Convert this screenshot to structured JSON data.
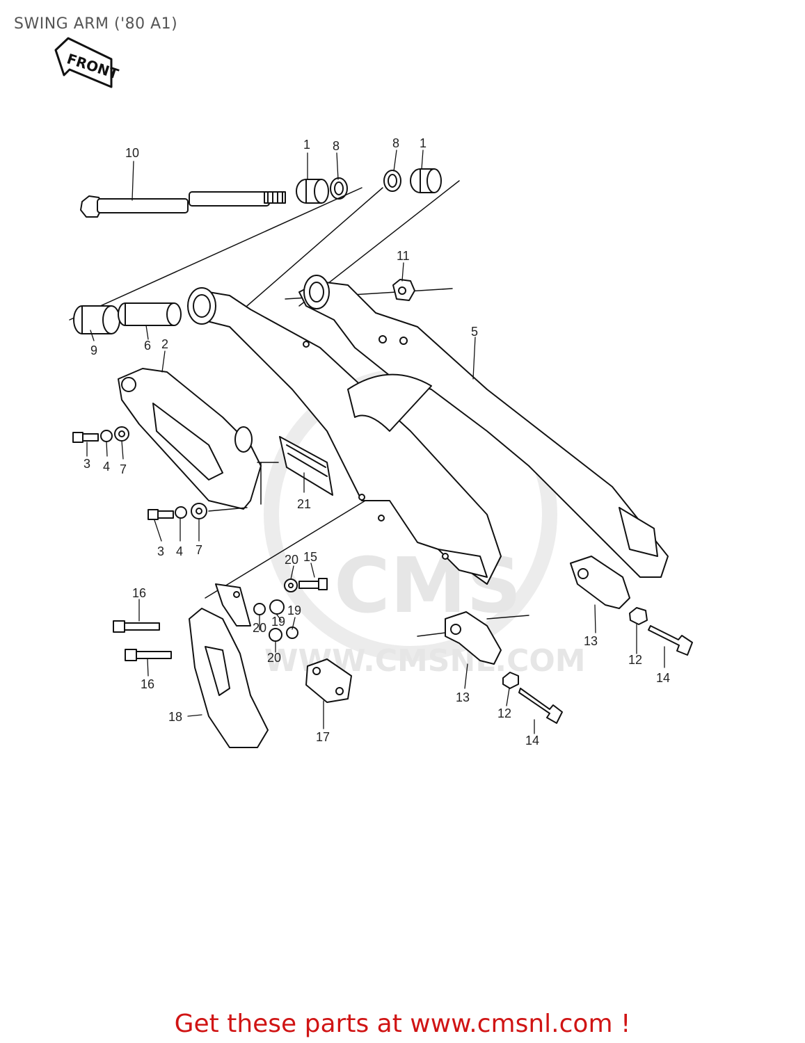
{
  "title": "SWING ARM ('80 A1)",
  "front_label": "FRONT",
  "watermark": {
    "logo": "CMS",
    "url": "WWW.CMSNL.COM"
  },
  "cta": "Get these parts at www.cmsnl.com !",
  "callouts": [
    {
      "id": "c10",
      "label": "10"
    },
    {
      "id": "c1a",
      "label": "1"
    },
    {
      "id": "c8a",
      "label": "8"
    },
    {
      "id": "c8b",
      "label": "8"
    },
    {
      "id": "c1b",
      "label": "1"
    },
    {
      "id": "c11",
      "label": "11"
    },
    {
      "id": "c9",
      "label": "9"
    },
    {
      "id": "c6",
      "label": "6"
    },
    {
      "id": "c2",
      "label": "2"
    },
    {
      "id": "c5",
      "label": "5"
    },
    {
      "id": "c3a",
      "label": "3"
    },
    {
      "id": "c4a",
      "label": "4"
    },
    {
      "id": "c7a",
      "label": "7"
    },
    {
      "id": "c21",
      "label": "21"
    },
    {
      "id": "c3b",
      "label": "3"
    },
    {
      "id": "c4b",
      "label": "4"
    },
    {
      "id": "c7b",
      "label": "7"
    },
    {
      "id": "c20a",
      "label": "20"
    },
    {
      "id": "c15",
      "label": "15"
    },
    {
      "id": "c16a",
      "label": "16"
    },
    {
      "id": "c19a",
      "label": "19"
    },
    {
      "id": "c19b",
      "label": "19"
    },
    {
      "id": "c20b",
      "label": "20"
    },
    {
      "id": "c20c",
      "label": "20"
    },
    {
      "id": "c16b",
      "label": "16"
    },
    {
      "id": "c13a",
      "label": "13"
    },
    {
      "id": "c12a",
      "label": "12"
    },
    {
      "id": "c14a",
      "label": "14"
    },
    {
      "id": "c13b",
      "label": "13"
    },
    {
      "id": "c12b",
      "label": "12"
    },
    {
      "id": "c14b",
      "label": "14"
    },
    {
      "id": "c18",
      "label": "18"
    },
    {
      "id": "c17",
      "label": "17"
    }
  ]
}
